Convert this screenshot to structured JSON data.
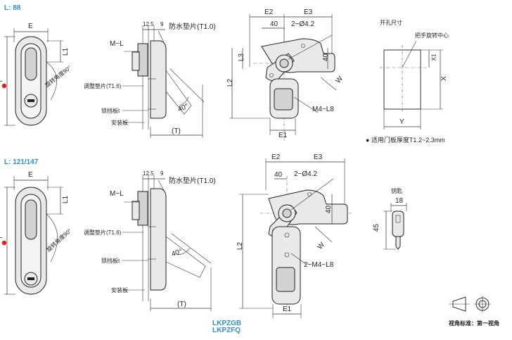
{
  "section1": {
    "title": "L: 88",
    "front": {
      "dim_E": "E",
      "dim_L": "L",
      "dim_L1": "L1",
      "rotation": "旋转角度90°"
    },
    "side": {
      "dim_12_5": "12.5",
      "dim_9": "9",
      "waterproof": "防水垫片(T1.0)",
      "ml": "M−L",
      "adjust": "调整垫片(T1.6)",
      "latch": "锁挡板t",
      "mount": "安装板",
      "angle": "40°",
      "t": "(T)"
    },
    "back": {
      "E2": "E2",
      "E3": "E3",
      "d40a": "40",
      "hole": "2−Ø4.2",
      "L3": "L3",
      "d40b": "40",
      "L2": "L2",
      "W": "W",
      "thread": "M4−L8",
      "E1": "E1"
    },
    "cutout": {
      "title": "开孔尺寸",
      "center": "把手旋转中心",
      "X1": "X1",
      "X": "X",
      "Y": "Y",
      "note": "● 适用门板厚度T1.2~2.3mm"
    }
  },
  "section2": {
    "title": "L: 121/147",
    "front": {
      "dim_E": "E",
      "dim_L": "L",
      "dim_L1": "L1",
      "rotation": "旋转角度90°"
    },
    "side": {
      "dim_12_5": "12.5",
      "dim_9": "9",
      "waterproof": "防水垫片(T1.0)",
      "ml": "M−L",
      "adjust": "调整垫片(T1.6)",
      "latch": "锁挡板t",
      "mount": "安装板",
      "angle": "40°",
      "t": "(T)"
    },
    "back": {
      "E2": "E2",
      "E3": "E3",
      "d40a": "40",
      "hole": "2−Ø4.2",
      "d40b": "40",
      "L2": "L2",
      "W": "W",
      "thread": "2−M4−L8",
      "E1": "E1"
    },
    "key": {
      "title": "钥匙",
      "d18": "18",
      "d45": "45"
    }
  },
  "codes": [
    "LKPZGB",
    "LKPZFQ"
  ],
  "projection": "视角标准：第一视角",
  "colors": {
    "accent": "#2b8fd0",
    "marker": "#e02020"
  }
}
